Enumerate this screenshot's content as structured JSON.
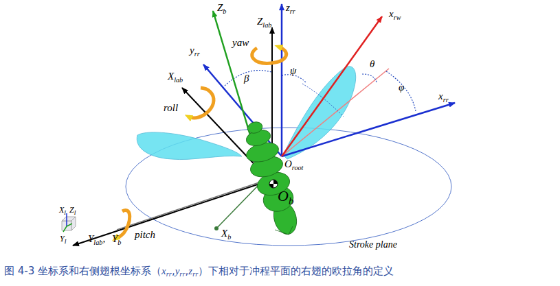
{
  "diagram": {
    "caption": "图 4-3 坐标系和右侧翅根坐标系（xrr,yrr,zrr）下相对于冲程平面的右翅的欧拉角的定义",
    "labels": [
      "Zb",
      "Zlab",
      "zrr",
      "xrw",
      "yrr",
      "yaw",
      "β",
      "ψ",
      "θ",
      "φ",
      "Xlab",
      "xrr",
      "roll",
      "Oroot",
      "Ob",
      "XI",
      "ZI",
      "YI",
      "Ylab,",
      "Yb",
      "pitch",
      "Xb",
      "Stroke plane"
    ]
  }
}
